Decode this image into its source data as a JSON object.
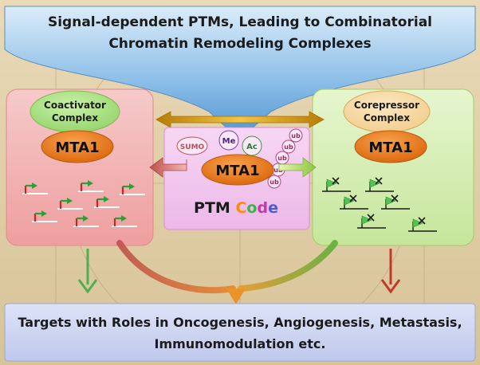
{
  "header": {
    "line1": "Signal-dependent PTMs, Leading to Combinatorial",
    "line2": "Chromatin Remodeling Complexes"
  },
  "left_panel": {
    "complex_line1": "Coactivator",
    "complex_line2": "Complex",
    "mta": "MTA1"
  },
  "right_panel": {
    "complex_line1": "Corepressor",
    "complex_line2": "Complex",
    "mta": "MTA1"
  },
  "center_panel": {
    "mta": "MTA1",
    "modifications": {
      "sumo": "SUMO",
      "me": "Me",
      "ac": "Ac",
      "ub": [
        "ub",
        "ub",
        "ub",
        "ub",
        "ub"
      ]
    },
    "code_word_1": "PTM",
    "code_letters": [
      "C",
      "o",
      "d",
      "e"
    ],
    "code_colors": [
      "#ff8c00",
      "#3cb44b",
      "#c63aa6",
      "#4a5bd4"
    ]
  },
  "footer": {
    "line1": "Targets with Roles in Oncogenesis, Angiogenesis, Metastasis,",
    "line2": "Immunomodulation etc."
  },
  "colors": {
    "header_blue": "#7eb6e6",
    "left_panel": "#f4b1b1",
    "right_panel": "#d6efb2",
    "center_panel": "#f1c6ef",
    "mta_orange": "#ee7d1b",
    "green_arrow": "#4caf50",
    "red_arrow": "#c0392b",
    "gold_arrow": "#c9930c"
  }
}
